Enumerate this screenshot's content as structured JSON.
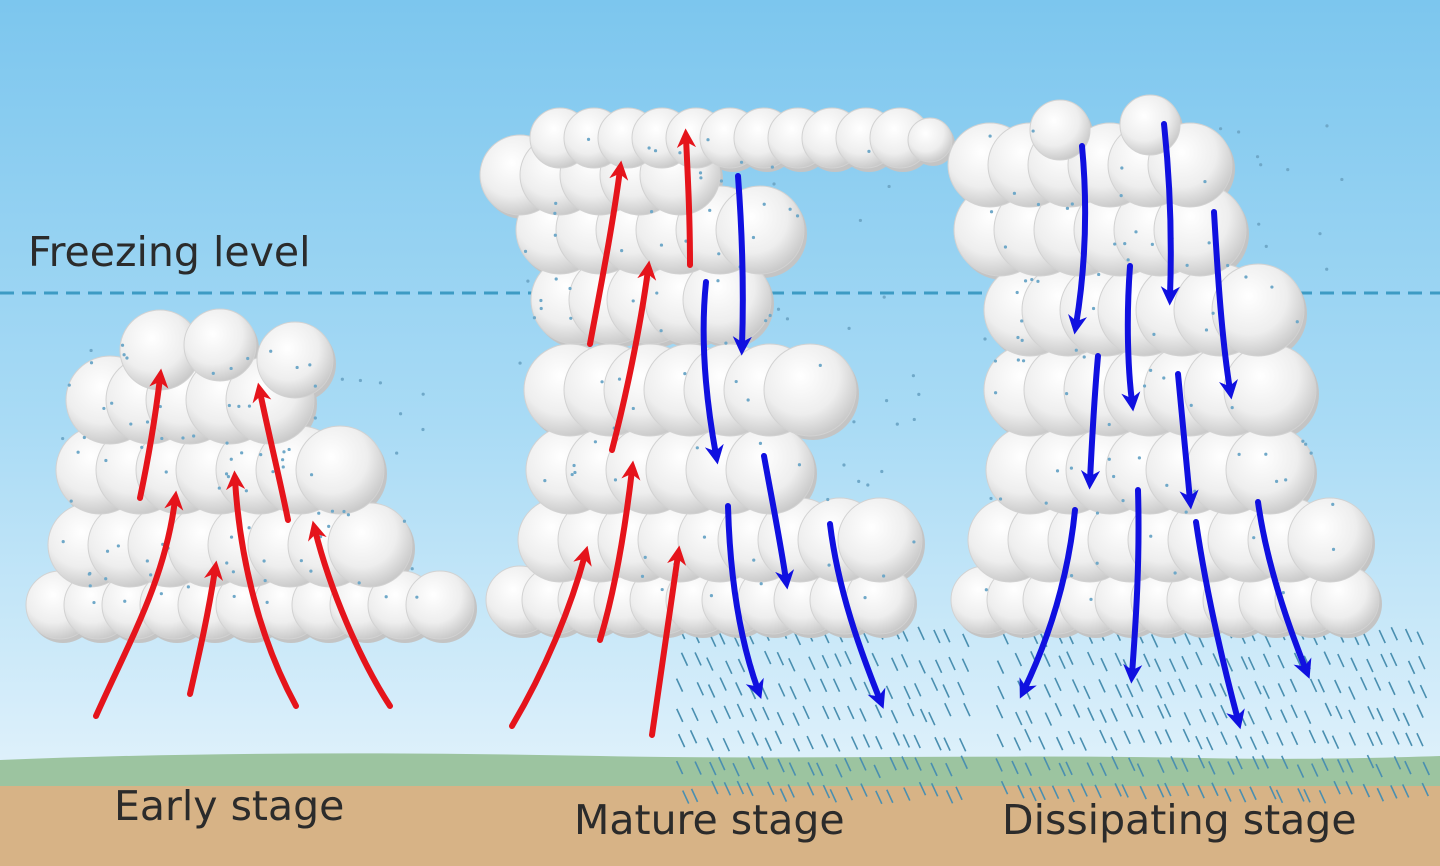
{
  "labels": {
    "freezing_level": "Freezing level",
    "stages": [
      {
        "id": "early",
        "label": "Early stage"
      },
      {
        "id": "mature",
        "label": "Mature stage"
      },
      {
        "id": "dissipating",
        "label": "Dissipating stage"
      }
    ]
  },
  "colors": {
    "sky_top": "#7cc6ee",
    "sky_bottom": "#d9eefa",
    "grass": "#9cc4a0",
    "soil": "#d7b386",
    "updraft": "#e5141b",
    "downdraft": "#1010e0",
    "cloud": "#f4f4f4",
    "cloud_shade": "#c9c9c9",
    "freezing_line": "#3d9bc4",
    "rain": "#4a8fb0"
  },
  "icons": {
    "updraft": "red-up-arrow",
    "downdraft": "blue-down-arrow",
    "cloud": "cumulus-cloud",
    "rain": "rain-streaks"
  }
}
